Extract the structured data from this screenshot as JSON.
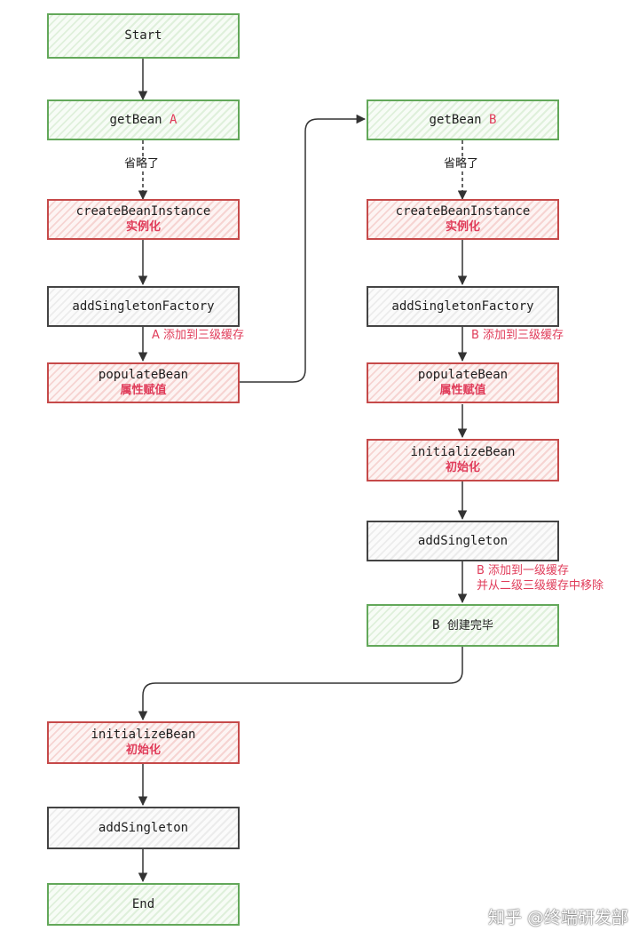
{
  "colors": {
    "green": "#63a85a",
    "red": "#c64a4a",
    "gray": "#444444",
    "accent": "#e03c5a"
  },
  "nodes": {
    "start": "Start",
    "get_bean_a": {
      "name": "getBean",
      "letter": "A"
    },
    "create_a": {
      "name": "createBeanInstance",
      "note": "实例化"
    },
    "add_factory_a": "addSingletonFactory",
    "populate_a": {
      "name": "populateBean",
      "note": "属性赋值"
    },
    "get_bean_b": {
      "name": "getBean",
      "letter": "B"
    },
    "create_b": {
      "name": "createBeanInstance",
      "note": "实例化"
    },
    "add_factory_b": "addSingletonFactory",
    "populate_b": {
      "name": "populateBean",
      "note": "属性赋值"
    },
    "init_b": {
      "name": "initializeBean",
      "note": "初始化"
    },
    "add_singleton_b": "addSingleton",
    "b_done": {
      "letter": "B",
      "text": "创建完毕"
    },
    "init_a": {
      "name": "initializeBean",
      "note": "初始化"
    },
    "add_singleton_a": "addSingleton",
    "end": "End"
  },
  "edge_labels": {
    "omitted_a": "省略了",
    "omitted_b": "省略了",
    "a_third_cache": "A 添加到三级缓存",
    "b_third_cache": "B 添加到三级缓存",
    "b_first_cache_line1": "B 添加到一级缓存",
    "b_first_cache_line2": "并从二级三级缓存中移除"
  },
  "watermark": "知乎 @终端研发部"
}
